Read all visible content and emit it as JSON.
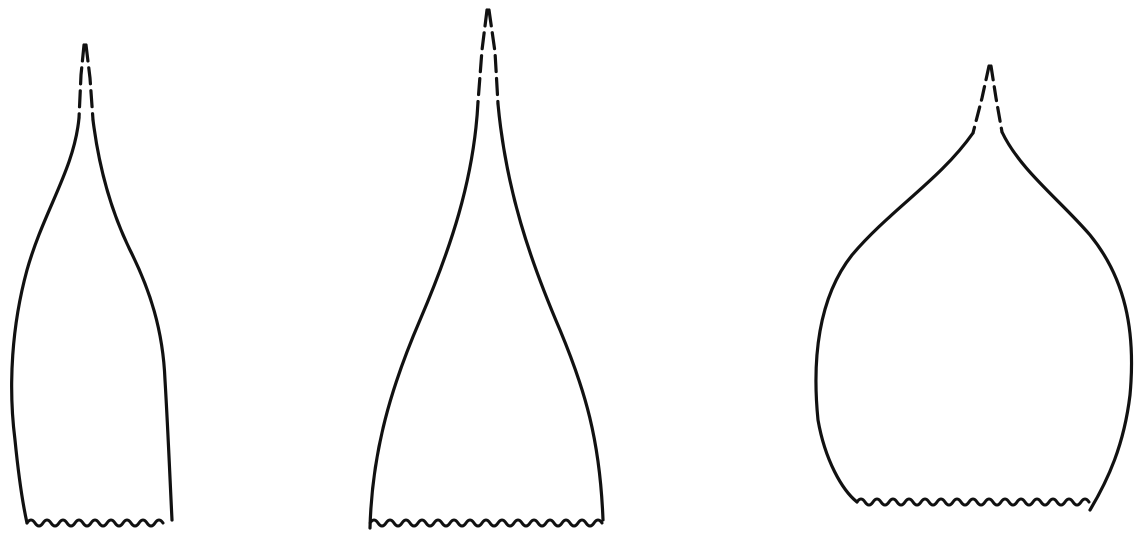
{
  "diagram": {
    "shapes": [
      {
        "id": "outline-1",
        "name": "narrow-tapered-outline"
      },
      {
        "id": "outline-2",
        "name": "tall-flared-outline"
      },
      {
        "id": "outline-3",
        "name": "bulbous-outline"
      }
    ],
    "colors": {
      "ink": "#111111",
      "background": "#ffffff"
    }
  }
}
